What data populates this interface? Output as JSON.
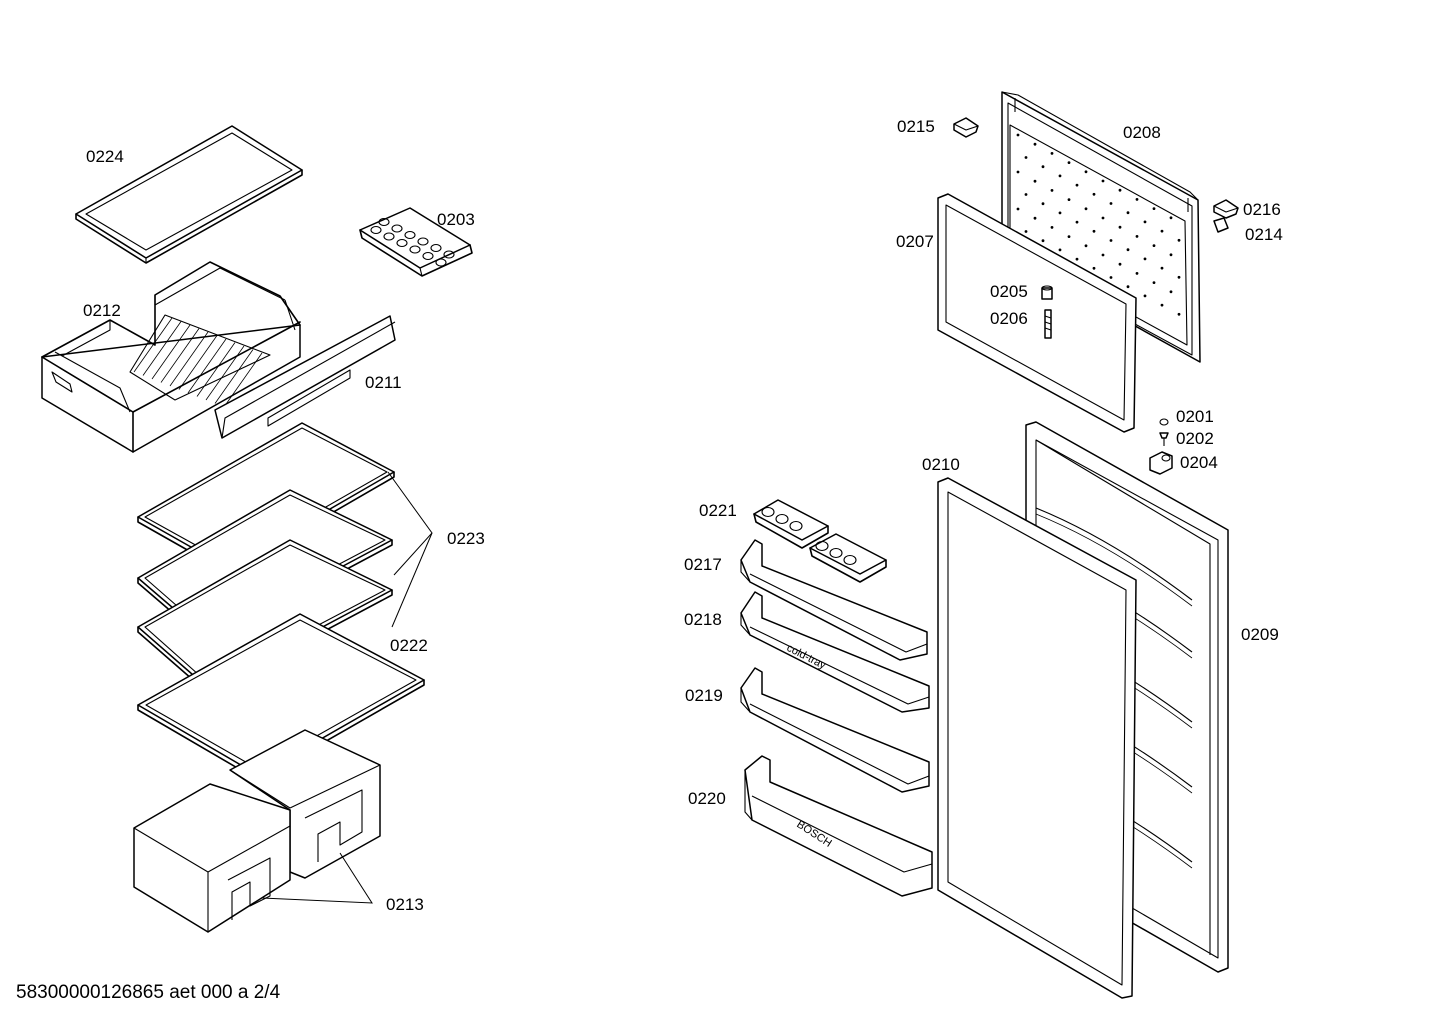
{
  "footer": "58300000126865 aet 000 a 2/4",
  "labels": {
    "p0201": "0201",
    "p0202": "0202",
    "p0203": "0203",
    "p0204": "0204",
    "p0205": "0205",
    "p0206": "0206",
    "p0207": "0207",
    "p0208": "0208",
    "p0209": "0209",
    "p0210": "0210",
    "p0211": "0211",
    "p0212": "0212",
    "p0213": "0213",
    "p0214": "0214",
    "p0215": "0215",
    "p0216": "0216",
    "p0217": "0217",
    "p0218": "0218",
    "p0219": "0219",
    "p0220": "0220",
    "p0221": "0221",
    "p0222": "0222",
    "p0223": "0223",
    "p0224": "0224"
  },
  "printed": {
    "cold_tray": "cold-tray",
    "brand": "BOSCH"
  }
}
